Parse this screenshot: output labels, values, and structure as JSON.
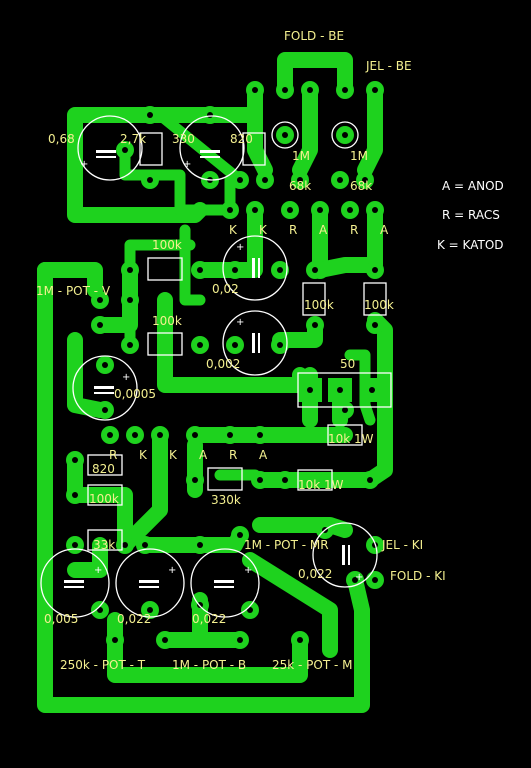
{
  "connectors": {
    "fold_be": "FOLD - BE",
    "jel_be": "JEL - BE",
    "jel_ki": "JEL - KI",
    "fold_ki": "FOLD - KI"
  },
  "legend": {
    "anod": "A = ANOD",
    "racs": "R = RACS",
    "katod": "K = KATOD"
  },
  "components": {
    "c_068": "0,68",
    "r_27k": "2,7k",
    "r_330": "330",
    "r_820_top": "820",
    "r_1m_a": "1M",
    "r_1m_b": "1M",
    "r_68k_a": "68k",
    "r_68k_b": "68k",
    "r_100k_1": "100k",
    "c_002": "0,02",
    "r_100k_2": "100k",
    "c_0002": "0,002",
    "r_100k_v1": "100k",
    "r_100k_v2": "100k",
    "pot_v": "1M - POT - V",
    "c_00005": "0,0005",
    "trimmer_50": "50",
    "r_10k_1w_a": "10k 1W",
    "r_10k_1w_b": "10k 1W",
    "r_820_low": "820",
    "r_100k_low": "100k",
    "r_330k": "330k",
    "r_33k": "33k",
    "pot_mr": "1M - POT - MR",
    "c_0022_out": "0,022",
    "c_0005_low": "0,005",
    "c_0022_a": "0,022",
    "c_0022_b": "0,022",
    "pot_t": "250k - POT - T",
    "pot_b": "1M - POT - B",
    "pot_m": "25k - POT - M"
  },
  "tube_pins_top": [
    "K",
    "K",
    "R",
    "A",
    "R",
    "A"
  ],
  "tube_pins_bottom": [
    "R",
    "K",
    "K",
    "A",
    "R",
    "A"
  ],
  "colors": {
    "copper": "#1ed21e",
    "background": "#000000",
    "label": "#f4f090",
    "silkscreen": "#ffffff"
  }
}
